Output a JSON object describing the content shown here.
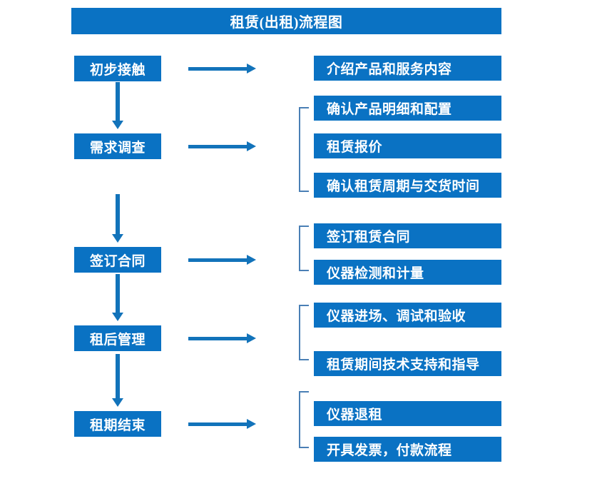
{
  "diagram": {
    "title": "租赁(出租)流程图",
    "accent_color": "#0a72c3",
    "arrow_color": "#1273ba",
    "bracket_color": "#4a7fb5",
    "text_color": "#ffffff",
    "background_color": "#ffffff"
  },
  "stages": [
    {
      "label": "初步接触"
    },
    {
      "label": "需求调查"
    },
    {
      "label": "签订合同"
    },
    {
      "label": "租后管理"
    },
    {
      "label": "租期结束"
    }
  ],
  "details": [
    {
      "label": "介绍产品和服务内容"
    },
    {
      "label": "确认产品明细和配置"
    },
    {
      "label": "租赁报价"
    },
    {
      "label": "确认租赁周期与交货时间"
    },
    {
      "label": "签订租赁合同"
    },
    {
      "label": "仪器检测和计量"
    },
    {
      "label": "仪器进场、调试和验收"
    },
    {
      "label": "租赁期间技术支持和指导"
    },
    {
      "label": "仪器退租"
    },
    {
      "label": "开具发票，付款流程"
    }
  ],
  "groups": [
    {
      "stage": "需求调查",
      "details": [
        "确认产品明细和配置",
        "租赁报价",
        "确认租赁周期与交货时间"
      ]
    },
    {
      "stage": "签订合同",
      "details": [
        "签订租赁合同",
        "仪器检测和计量"
      ]
    },
    {
      "stage": "租后管理",
      "details": [
        "仪器进场、调试和验收",
        "租赁期间技术支持和指导"
      ]
    },
    {
      "stage": "租期结束",
      "details": [
        "仪器退租",
        "开具发票，付款流程"
      ]
    }
  ]
}
